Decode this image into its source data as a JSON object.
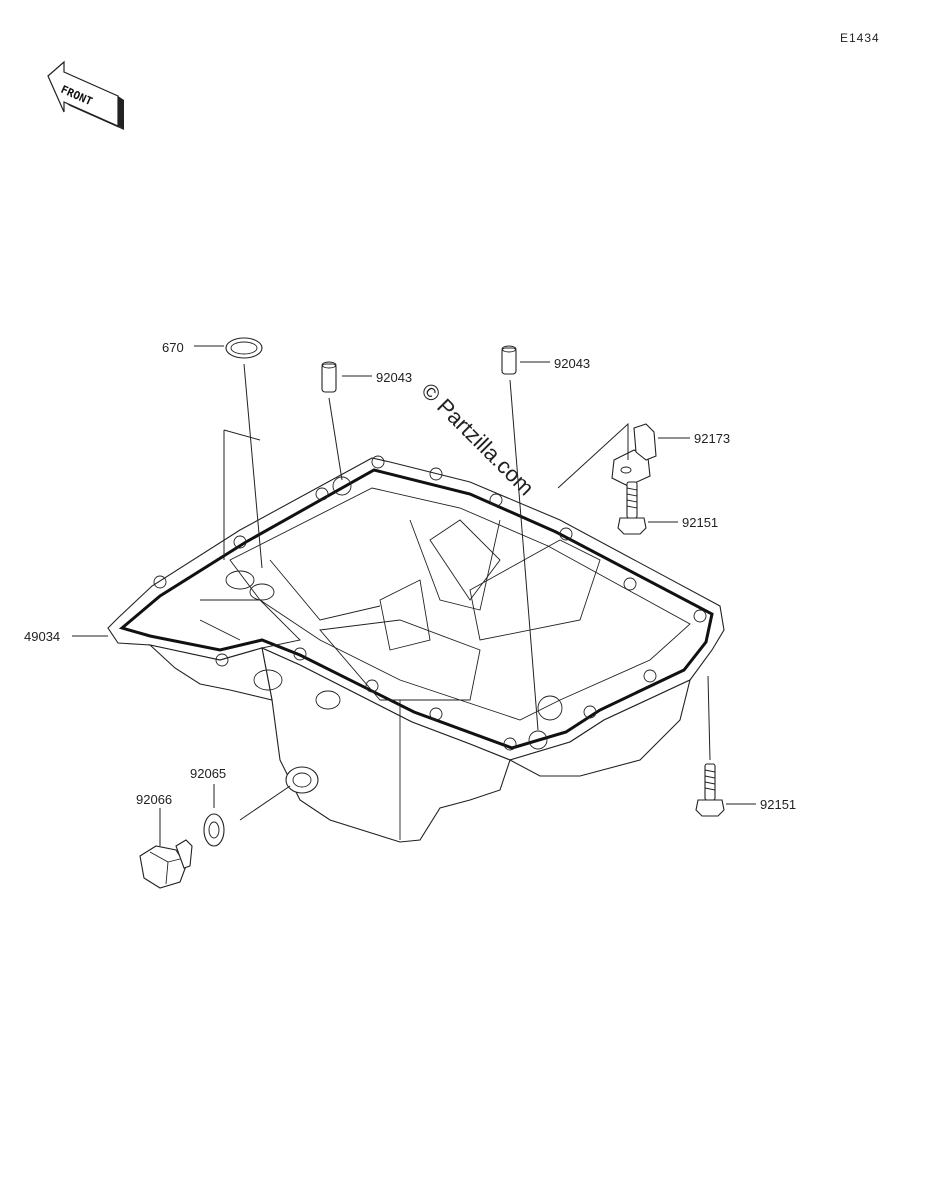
{
  "diagram": {
    "code": "E1434",
    "front_label": "FRONT",
    "watermark": "© Partzilla.com",
    "callouts": [
      {
        "id": "oring",
        "label": "670"
      },
      {
        "id": "dowel-left",
        "label": "92043"
      },
      {
        "id": "dowel-right",
        "label": "92043"
      },
      {
        "id": "clamp",
        "label": "92173"
      },
      {
        "id": "bolt-top",
        "label": "92151"
      },
      {
        "id": "oil-pan",
        "label": "49034"
      },
      {
        "id": "washer",
        "label": "92065"
      },
      {
        "id": "drain-plug",
        "label": "92066"
      },
      {
        "id": "bolt-bottom",
        "label": "92151"
      }
    ]
  }
}
